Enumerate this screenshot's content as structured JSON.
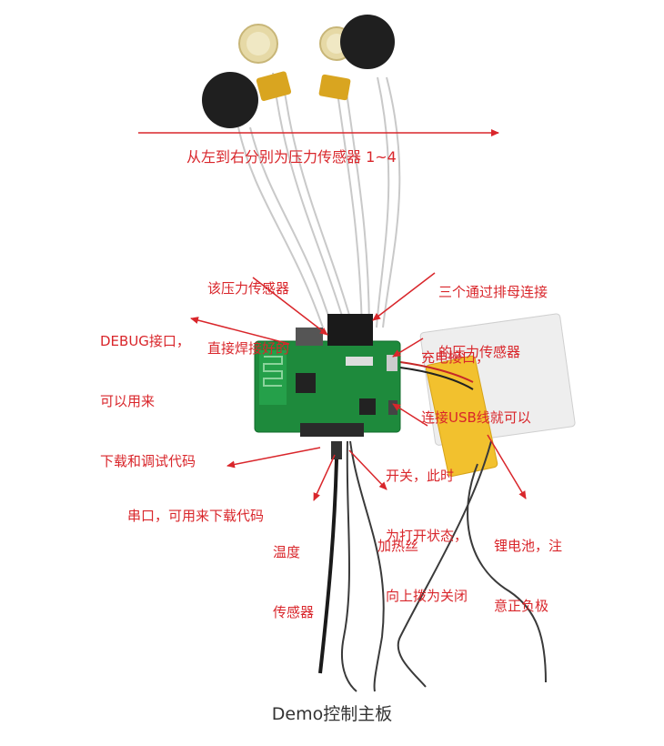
{
  "colors": {
    "annotation": "#d9262b",
    "caption": "#333333",
    "pcb": "#1e8a3c",
    "battery": "#f2c12e"
  },
  "annotations": {
    "sensors_order": [
      "从左到右分别为压力传感器 1~4"
    ],
    "soldered_sensor": [
      "该压力传感器",
      "直接焊接好的"
    ],
    "header_sensors": [
      "三个通过排母连接",
      "的压力传感器"
    ],
    "debug_port": [
      "DEBUG接口，",
      "可以用来",
      "下载和调试代码"
    ],
    "charge_port": [
      "充电接口，",
      "连接USB线就可以"
    ],
    "power_switch": [
      "开关，此时",
      "为打开状态，",
      "向上拨为关闭"
    ],
    "serial_port": [
      "串口，可用来下载代码"
    ],
    "temp_sensor": [
      "温度",
      "传感器"
    ],
    "heater_wire": [
      "加热丝"
    ],
    "lithium_battery": [
      "锂电池，注",
      "意正负极"
    ]
  },
  "caption": "Demo控制主板"
}
